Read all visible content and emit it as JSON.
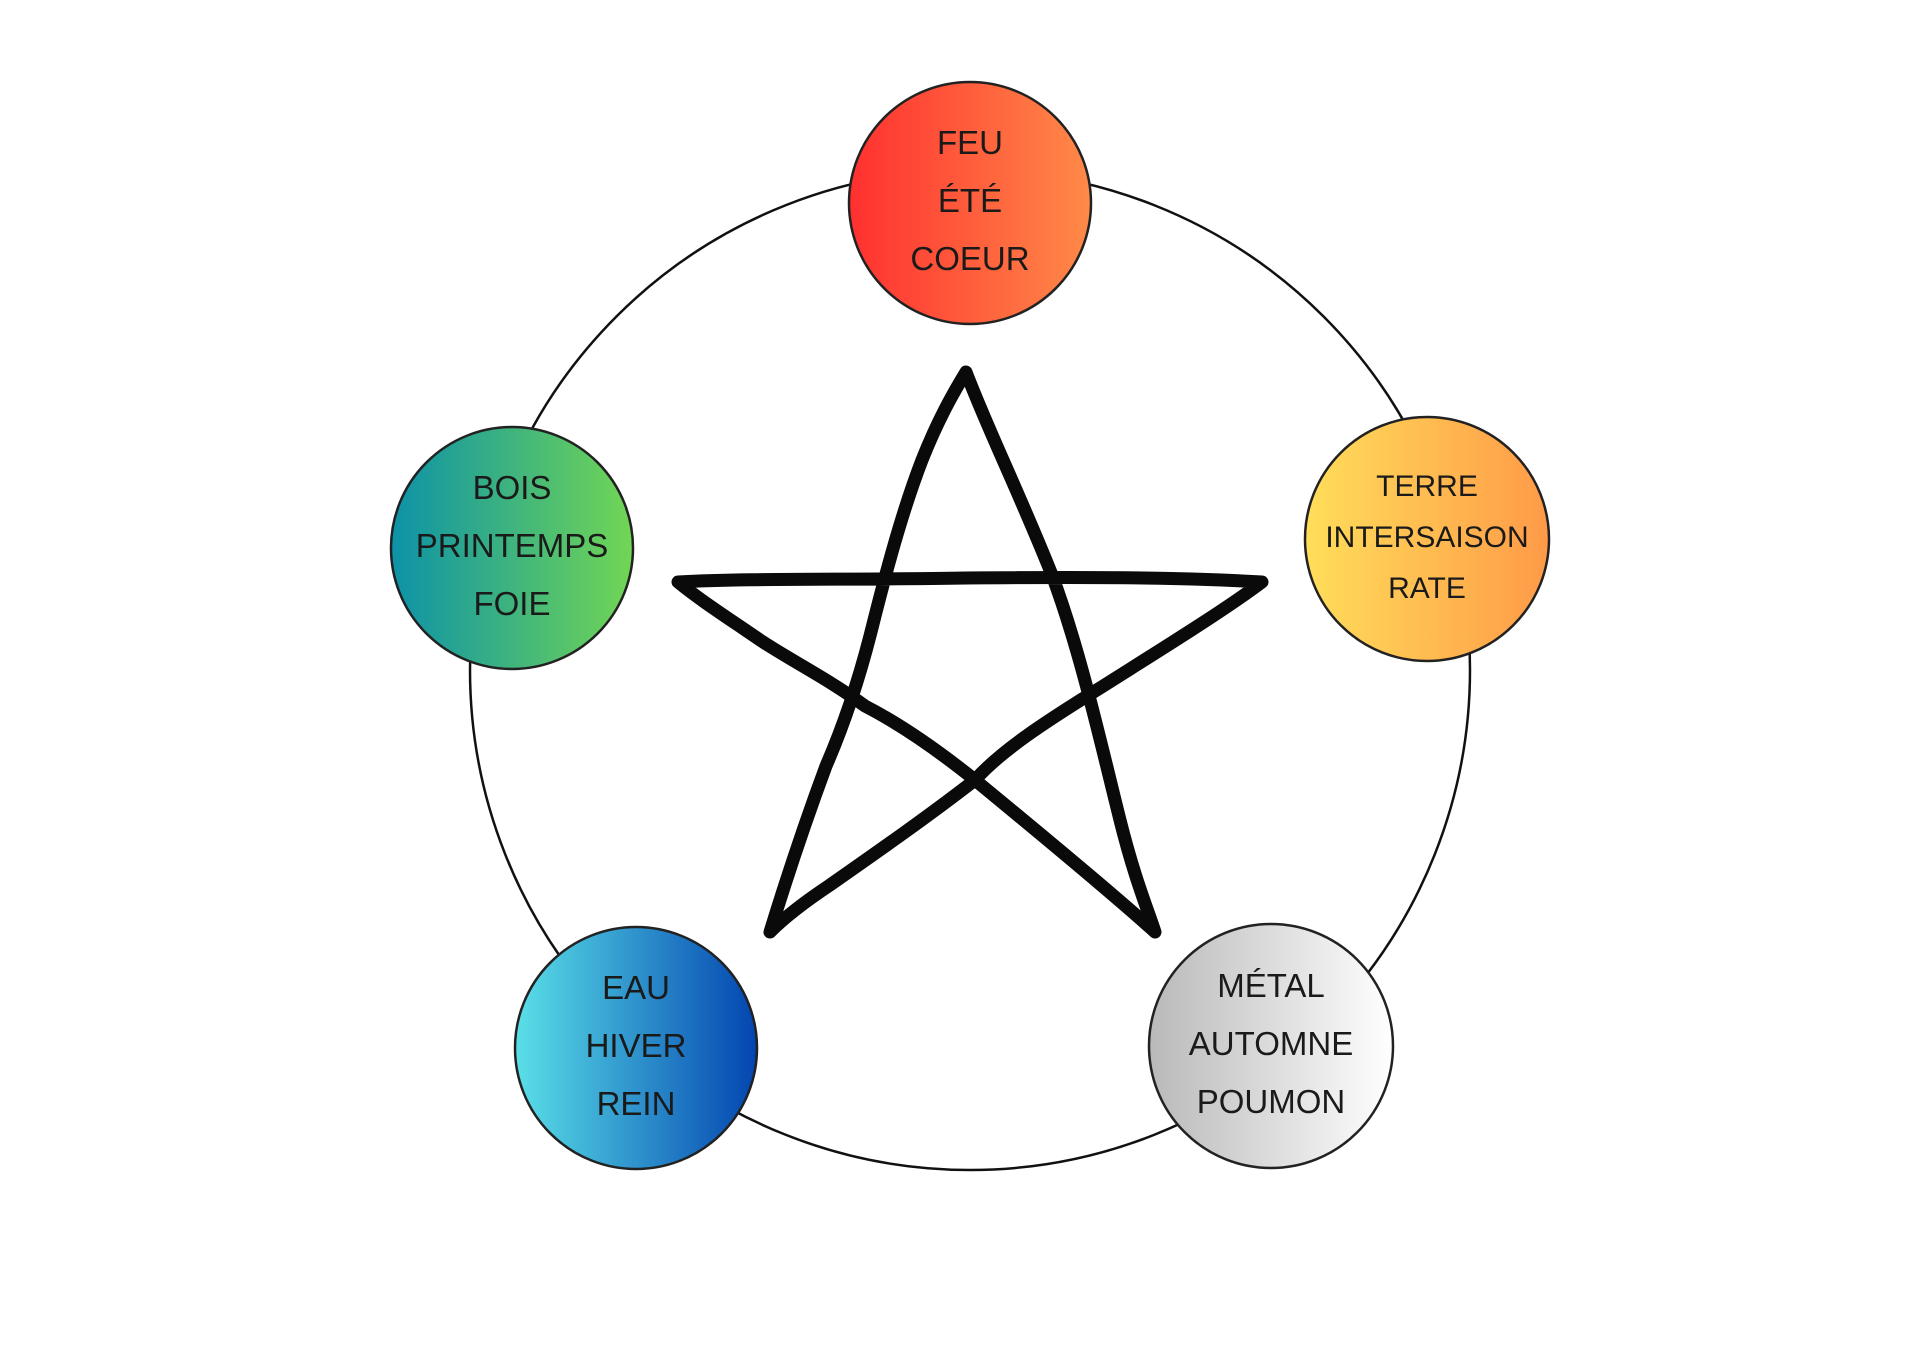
{
  "nodes": [
    {
      "id": "feu",
      "lines": [
        "FEU",
        "ÉTÉ",
        "COEUR"
      ],
      "colors": [
        "#ff3030",
        "#ff8a48"
      ]
    },
    {
      "id": "terre",
      "lines": [
        "TERRE",
        "INTERSAISON",
        "RATE"
      ],
      "colors": [
        "#ffde5a",
        "#ff9a48"
      ]
    },
    {
      "id": "metal",
      "lines": [
        "MÉTAL",
        "AUTOMNE",
        "POUMON"
      ],
      "colors": [
        "#b9b9b9",
        "#ffffff"
      ]
    },
    {
      "id": "eau",
      "lines": [
        "EAU",
        "HIVER",
        "REIN"
      ],
      "colors": [
        "#5ae0e8",
        "#0345b0"
      ]
    },
    {
      "id": "bois",
      "lines": [
        "BOIS",
        "PRINTEMPS",
        "FOIE"
      ],
      "colors": [
        "#0c92a8",
        "#72d654"
      ]
    }
  ]
}
